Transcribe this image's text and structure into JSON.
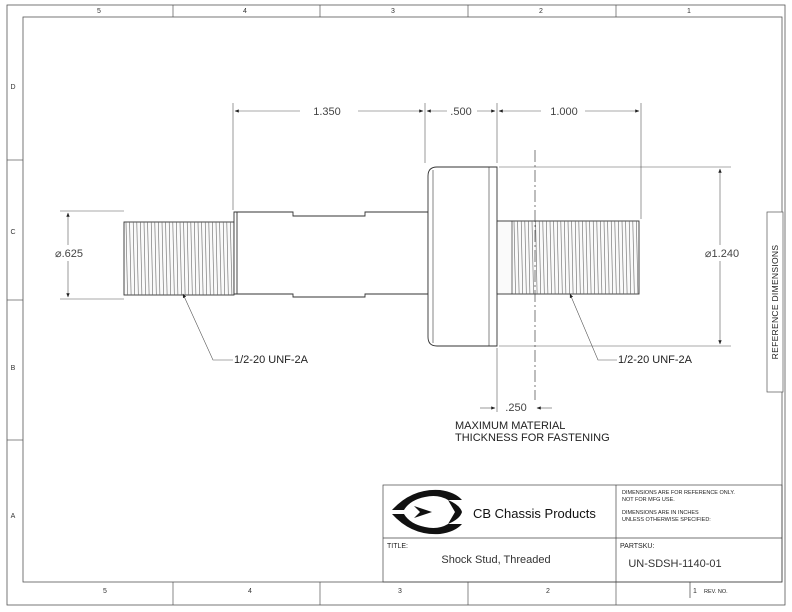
{
  "border": {
    "columns": [
      "5",
      "4",
      "3",
      "2",
      "1"
    ],
    "rows": [
      "D",
      "C",
      "B",
      "A"
    ]
  },
  "dimensions": {
    "left_length": "1.350",
    "head_width": ".500",
    "right_length": "1.000",
    "left_diameter": "⌀.625",
    "head_diameter": "⌀1.240",
    "fastening_thickness": ".250"
  },
  "callouts": {
    "left_thread": "1/2-20 UNF-2A",
    "right_thread": "1/2-20 UNF-2A",
    "material_note_line1": "MAXIMUM MATERIAL",
    "material_note_line2": "THICKNESS FOR FASTENING"
  },
  "side_tab": {
    "text": "REFERENCE DIMENSIONS"
  },
  "title_block": {
    "company": "CB Chassis Products",
    "note_line1": "DIMENSIONS ARE FOR REFERENCE ONLY.",
    "note_line2": "NOT FOR MFG USE.",
    "note_line3": "DIMENSIONS ARE IN INCHES",
    "note_line4": "UNLESS OTHERWISE SPECIFIED:",
    "title_label": "TITLE:",
    "title_value": "Shock Stud, Threaded",
    "partsku_label": "PARTSKU:",
    "partsku_value": "UN-SDSH-1140-01",
    "rev_label": "REV. NO."
  }
}
